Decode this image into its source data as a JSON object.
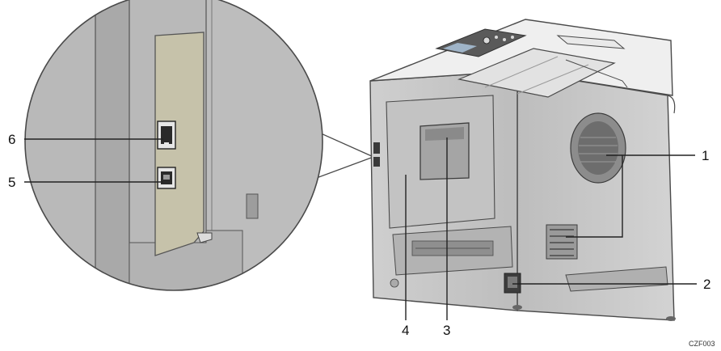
{
  "figure": {
    "code": "CZF003",
    "callouts": [
      {
        "id": "1",
        "label": "1",
        "part": "vent"
      },
      {
        "id": "2",
        "label": "2",
        "part": "power-connector"
      },
      {
        "id": "3",
        "label": "3",
        "part": "rear-cover-handle"
      },
      {
        "id": "4",
        "label": "4",
        "part": "rear-cover"
      },
      {
        "id": "5",
        "label": "5",
        "part": "usb-port"
      },
      {
        "id": "6",
        "label": "6",
        "part": "ethernet-port"
      }
    ]
  },
  "colors": {
    "body": "#c9c9c9",
    "body_dark": "#a8a8a8",
    "top": "#efefef",
    "outline": "#4a4a4a",
    "panel": "#c6c2aa",
    "inset_bg": "#b5b5b5"
  }
}
